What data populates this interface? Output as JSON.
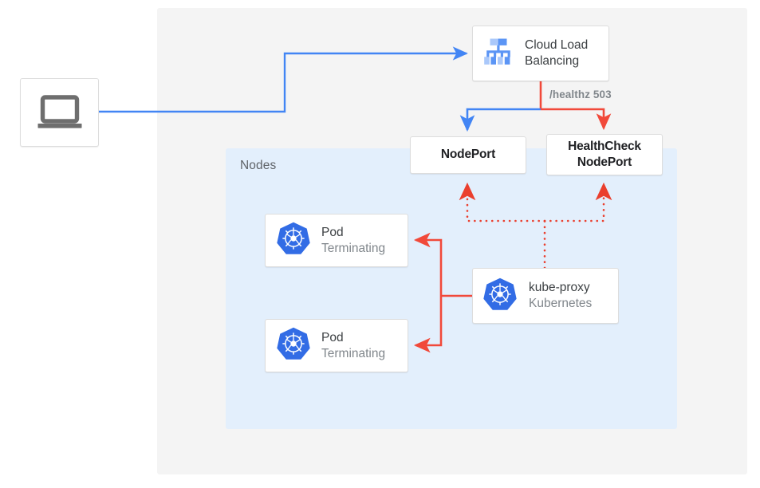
{
  "diagram": {
    "title_region_outer": "",
    "colors": {
      "blue": "#4285f4",
      "red": "#ea4335",
      "red_line": "#f1493a",
      "k8s_blue": "#326ce5",
      "gray_text": "#5f6368",
      "sub_text": "#80868b",
      "region_outer_bg": "#f4f4f4",
      "region_nodes_bg": "#e3effc",
      "icon_blue_dark": "#5b95f5",
      "icon_blue_light": "#aac8fa",
      "laptop_gray": "#6e6e6e"
    },
    "regions": [
      {
        "name": "outer-cluster-region",
        "label": ""
      },
      {
        "name": "nodes-region",
        "label": "Nodes"
      }
    ],
    "nodes_label": "Nodes",
    "boxes": {
      "client": {
        "icon": "laptop-icon",
        "label": ""
      },
      "load_balancer": {
        "icon": "cloud-load-balancing-icon",
        "title": "Cloud Load",
        "title_line2": "Balancing"
      },
      "nodeport": {
        "label": "NodePort"
      },
      "healthcheck_nodeport": {
        "label_line1": "HealthCheck",
        "label_line2": "NodePort"
      },
      "pod1": {
        "icon": "kubernetes-icon",
        "title": "Pod",
        "subtitle": "Terminating"
      },
      "pod2": {
        "icon": "kubernetes-icon",
        "title": "Pod",
        "subtitle": "Terminating"
      },
      "kube_proxy": {
        "icon": "kubernetes-icon",
        "title": "kube-proxy",
        "subtitle": "Kubernetes"
      }
    },
    "edge_labels": {
      "healthz": "/healthz 503"
    },
    "edges": [
      {
        "name": "client-to-lb",
        "style": "solid",
        "color": "#4285f4",
        "from": "client",
        "to": "load_balancer"
      },
      {
        "name": "lb-to-nodeport",
        "style": "solid",
        "color": "#4285f4",
        "from": "load_balancer",
        "to": "nodeport"
      },
      {
        "name": "lb-to-healthcheck-nodeport",
        "style": "solid",
        "color": "#f1493a",
        "from": "load_balancer",
        "to": "healthcheck_nodeport",
        "label": "/healthz 503"
      },
      {
        "name": "kubeproxy-to-nodeport",
        "style": "dotted",
        "color": "#f1493a",
        "from": "kube_proxy",
        "to": "nodeport"
      },
      {
        "name": "kubeproxy-to-healthcheck-nodeport",
        "style": "dotted",
        "color": "#f1493a",
        "from": "kube_proxy",
        "to": "healthcheck_nodeport"
      },
      {
        "name": "kubeproxy-to-pod1",
        "style": "solid",
        "color": "#f1493a",
        "from": "kube_proxy",
        "to": "pod1"
      },
      {
        "name": "kubeproxy-to-pod2",
        "style": "solid",
        "color": "#f1493a",
        "from": "kube_proxy",
        "to": "pod2"
      }
    ]
  }
}
